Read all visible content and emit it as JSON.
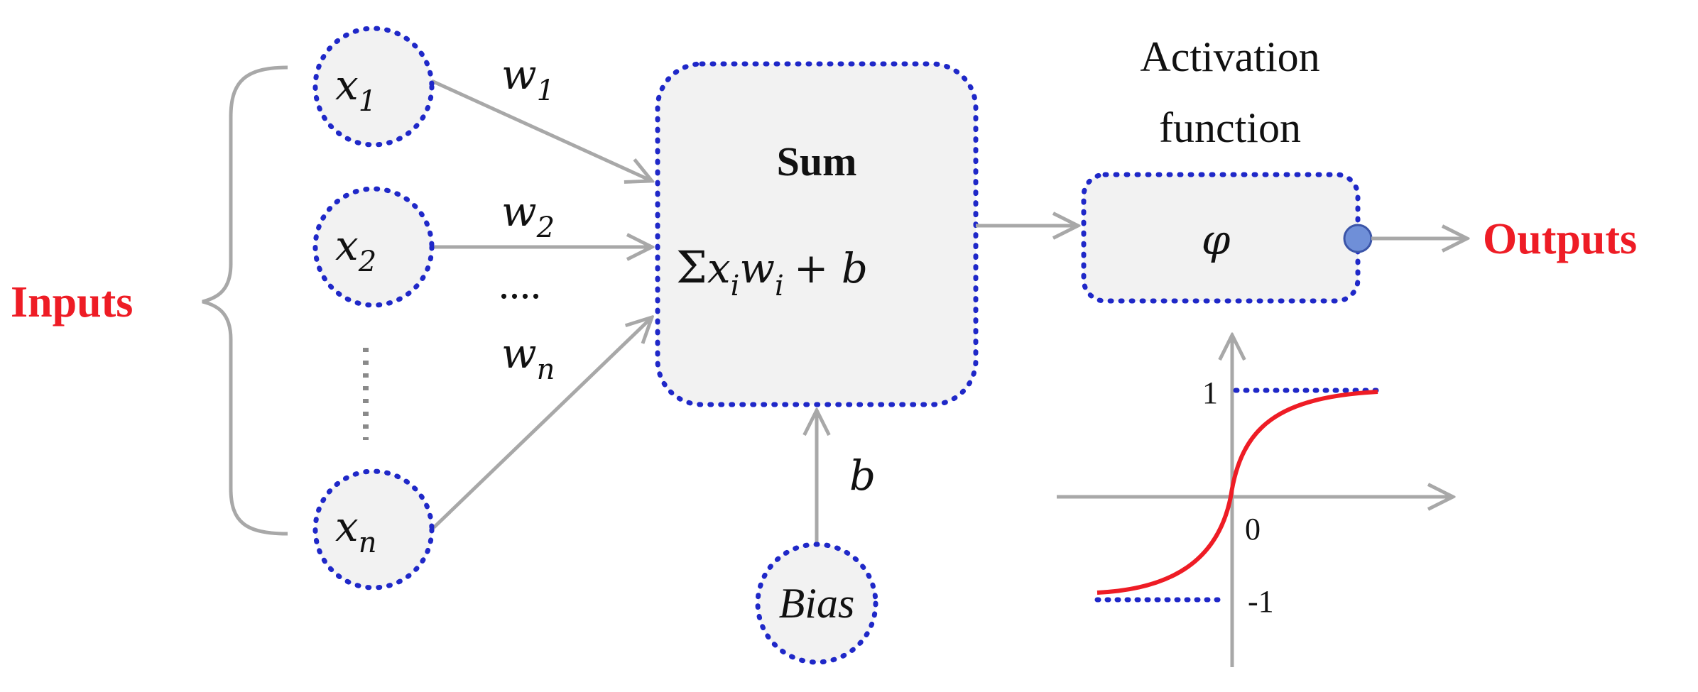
{
  "labels": {
    "inputs": "Inputs",
    "outputs": "Outputs",
    "sum_title": "Sum",
    "activation_line1": "Activation",
    "activation_line2": "function",
    "phi": "φ",
    "bias_node": "Bias",
    "bias_weight": "b",
    "ellipsis": "....",
    "sum_formula": {
      "sigma": "Σ",
      "x": "x",
      "x_sub": "i",
      "w": "w",
      "w_sub": "i",
      "plus_b": "+ b"
    }
  },
  "inputs": [
    {
      "symbol": "x",
      "sub": "1"
    },
    {
      "symbol": "x",
      "sub": "2"
    },
    {
      "symbol": "x",
      "sub": "n"
    }
  ],
  "weights": [
    {
      "symbol": "w",
      "sub": "1"
    },
    {
      "symbol": "w",
      "sub": "2"
    },
    {
      "symbol": "w",
      "sub": "n"
    }
  ],
  "activation_plot": {
    "type": "line",
    "tick_upper": "1",
    "tick_lower": "-1",
    "tick_origin": "0",
    "curve_color": "#ee1c25",
    "asymptote_color": "#1f28c8"
  },
  "colors": {
    "accent_red": "#ee1c25",
    "node_border": "#1f28c8",
    "node_fill": "#f2f2f2",
    "connector": "#a8a8a8",
    "output_dot": "#6f8fd8"
  }
}
